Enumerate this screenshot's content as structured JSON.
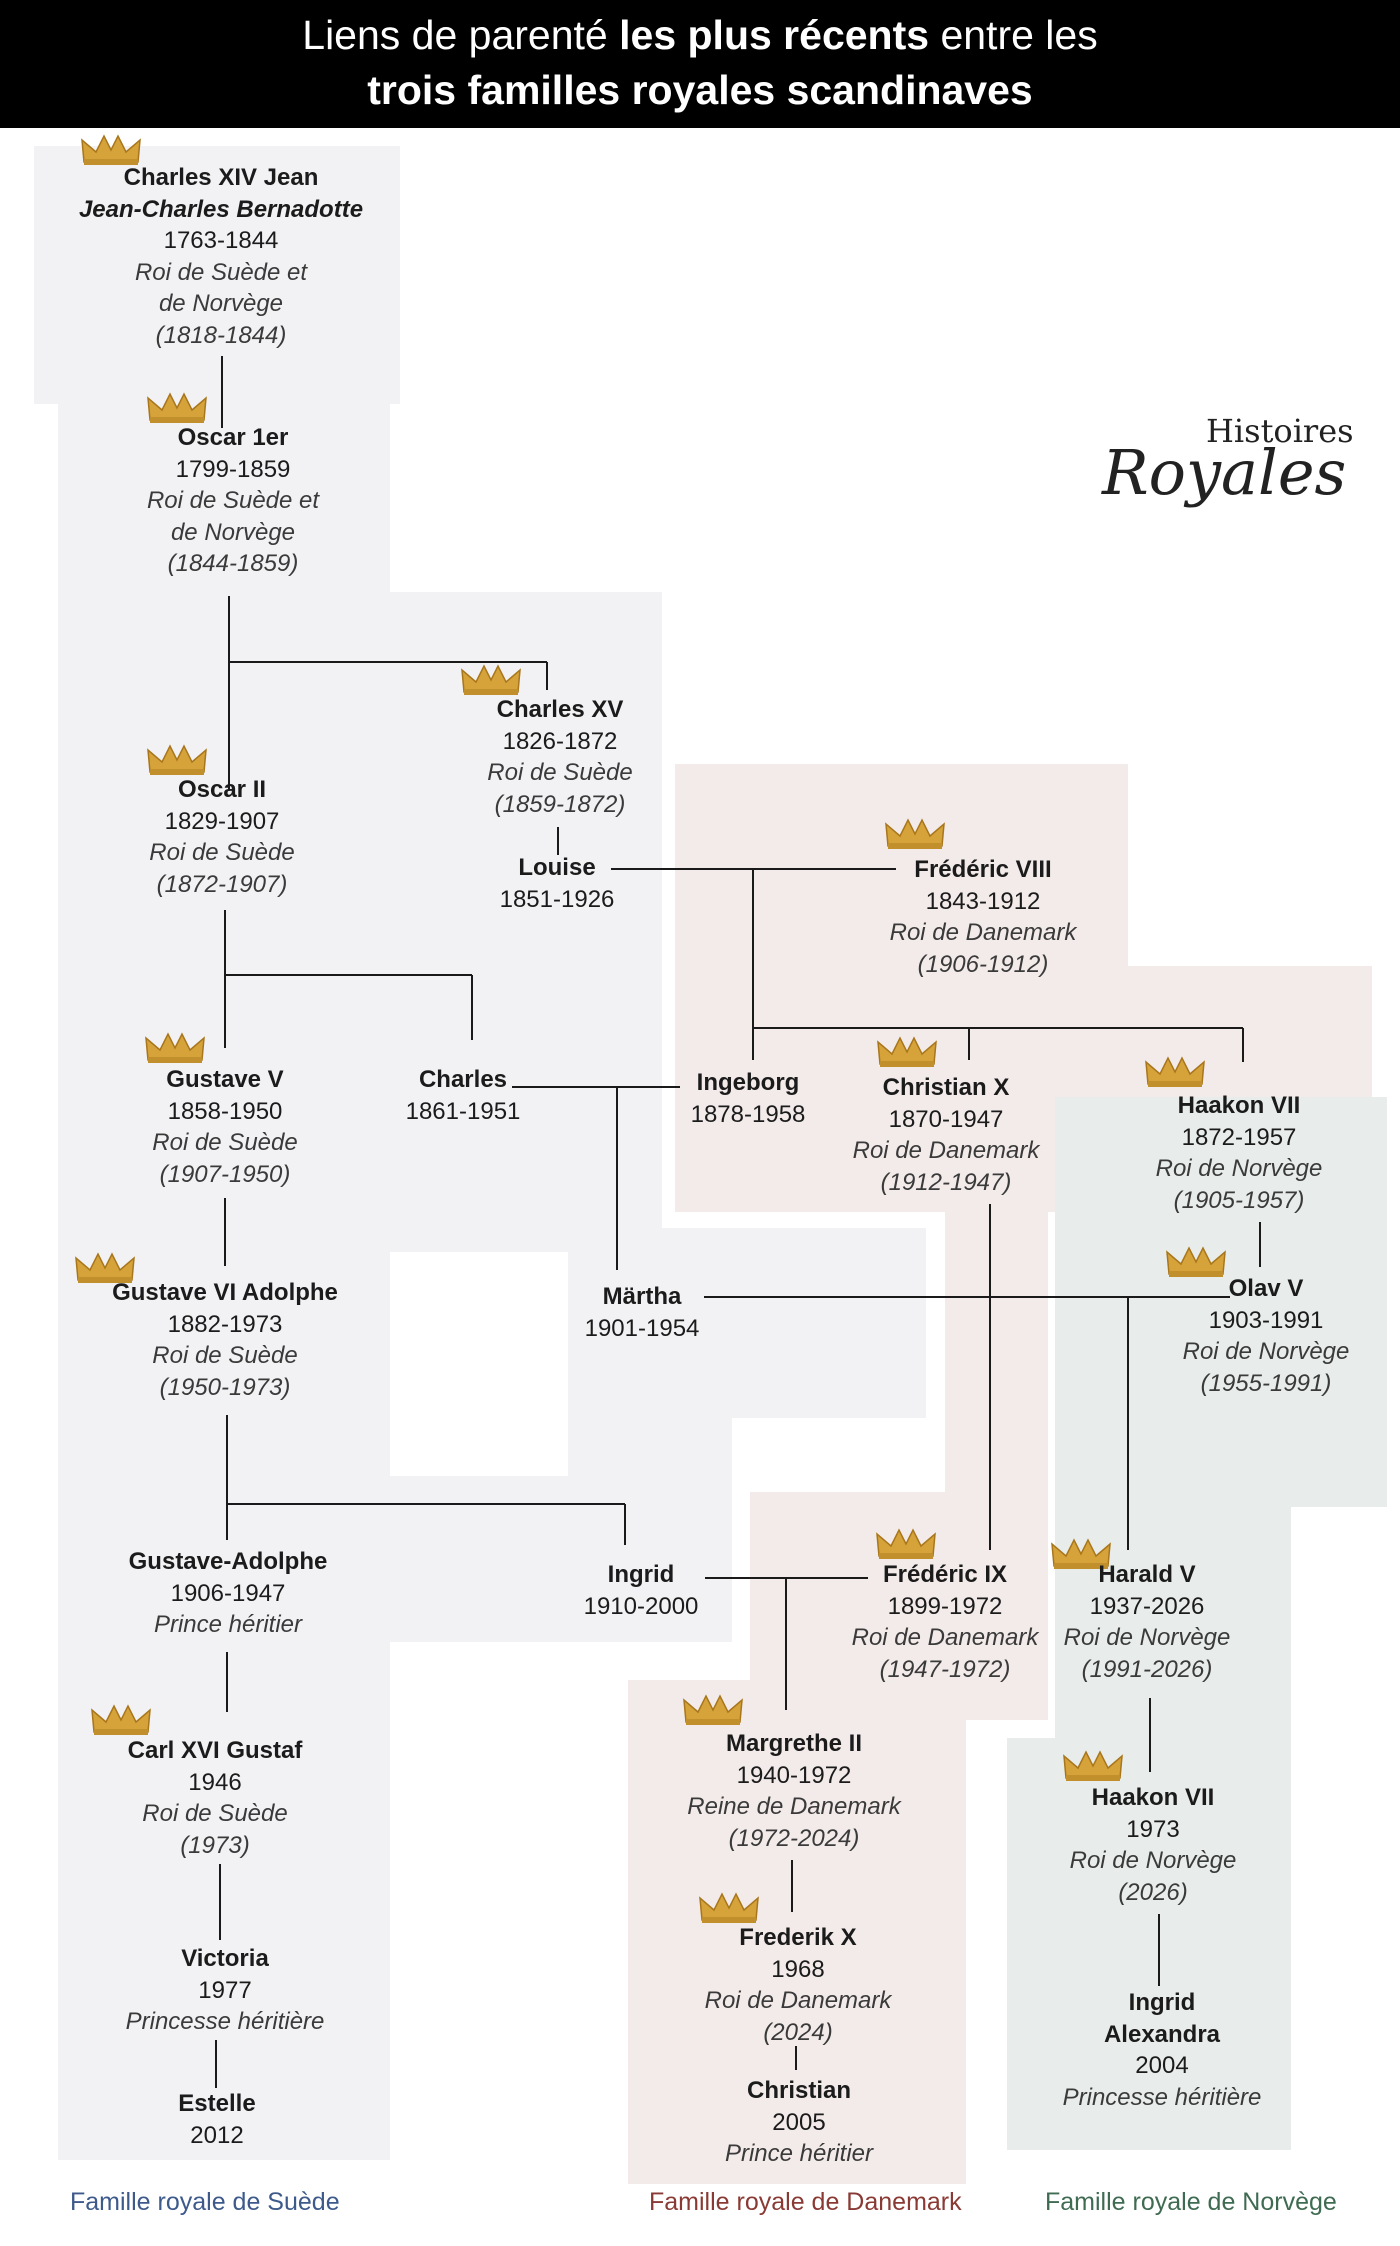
{
  "header": {
    "line1_a": "Liens de parenté ",
    "line1_b": "les plus récents",
    "line1_c": " entre les",
    "line2": "trois familles royales scandinaves"
  },
  "logo": {
    "line1": "Histoires",
    "line2": "Royales"
  },
  "colors": {
    "sweden": "#3d5a8a",
    "denmark": "#8a3a34",
    "norway": "#3f6b52",
    "crown": "#d6a33a"
  },
  "people": {
    "charles_xiv": {
      "name": "Charles XIV Jean",
      "alias": "Jean-Charles Bernadotte",
      "years": "1763-1844",
      "title1": "Roi de Suède et",
      "title2": "de Norvège",
      "reign": "(1818-1844)"
    },
    "oscar_1": {
      "name": "Oscar 1er",
      "years": "1799-1859",
      "title1": "Roi de Suède et",
      "title2": "de Norvège",
      "reign": "(1844-1859)"
    },
    "charles_xv": {
      "name": "Charles XV",
      "years": "1826-1872",
      "title": "Roi de Suède",
      "reign": "(1859-1872)"
    },
    "oscar_2": {
      "name": "Oscar II",
      "years": "1829-1907",
      "title": "Roi de Suède",
      "reign": "(1872-1907)"
    },
    "louise": {
      "name": "Louise",
      "years": "1851-1926"
    },
    "frederic_8": {
      "name": "Frédéric VIII",
      "years": "1843-1912",
      "title": "Roi de Danemark",
      "reign": "(1906-1912)"
    },
    "gustave_5": {
      "name": "Gustave V",
      "years": "1858-1950",
      "title": "Roi de Suède",
      "reign": "(1907-1950)"
    },
    "charles": {
      "name": "Charles",
      "years": "1861-1951"
    },
    "ingeborg": {
      "name": "Ingeborg",
      "years": "1878-1958"
    },
    "christian_10": {
      "name": "Christian X",
      "years": "1870-1947",
      "title": "Roi de Danemark",
      "reign": "(1912-1947)"
    },
    "haakon_7": {
      "name": "Haakon VII",
      "years": "1872-1957",
      "title": "Roi de Norvège",
      "reign": "(1905-1957)"
    },
    "gustave_6": {
      "name": "Gustave VI Adolphe",
      "years": "1882-1973",
      "title": "Roi de Suède",
      "reign": "(1950-1973)"
    },
    "martha": {
      "name": "Märtha",
      "years": "1901-1954"
    },
    "olav_5": {
      "name": "Olav V",
      "years": "1903-1991",
      "title": "Roi de Norvège",
      "reign": "(1955-1991)"
    },
    "gustave_adolphe": {
      "name": "Gustave-Adolphe",
      "years": "1906-1947",
      "title": "Prince héritier"
    },
    "ingrid": {
      "name": "Ingrid",
      "years": "1910-2000"
    },
    "frederic_9": {
      "name": "Frédéric IX",
      "years": "1899-1972",
      "title": "Roi de Danemark",
      "reign": "(1947-1972)"
    },
    "harald_5": {
      "name": "Harald V",
      "years": "1937-2026",
      "title": "Roi de Norvège",
      "reign": "(1991-2026)"
    },
    "carl_16": {
      "name": "Carl XVI Gustaf",
      "years": "1946",
      "title": "Roi de Suède",
      "reign": "(1973)"
    },
    "margrethe_2": {
      "name": "Margrethe II",
      "years": "1940-1972",
      "title": "Reine de Danemark",
      "reign": "(1972-2024)"
    },
    "haakon_7b": {
      "name": "Haakon VII",
      "years": "1973",
      "title": "Roi de Norvège",
      "reign": "(2026)"
    },
    "frederik_10": {
      "name": "Frederik X",
      "years": "1968",
      "title": "Roi de Danemark",
      "reign": "(2024)"
    },
    "victoria": {
      "name": "Victoria",
      "years": "1977",
      "title": "Princesse héritière"
    },
    "ingrid_alexandra": {
      "name": "Ingrid",
      "name2": "Alexandra",
      "years": "2004",
      "title": "Princesse héritière"
    },
    "christian": {
      "name": "Christian",
      "years": "2005",
      "title": "Prince héritier"
    },
    "estelle": {
      "name": "Estelle",
      "years": "2012"
    }
  },
  "legend": {
    "sweden": "Famille royale de Suède",
    "denmark": "Famille royale de Danemark",
    "norway": "Famille royale de Norvège"
  }
}
